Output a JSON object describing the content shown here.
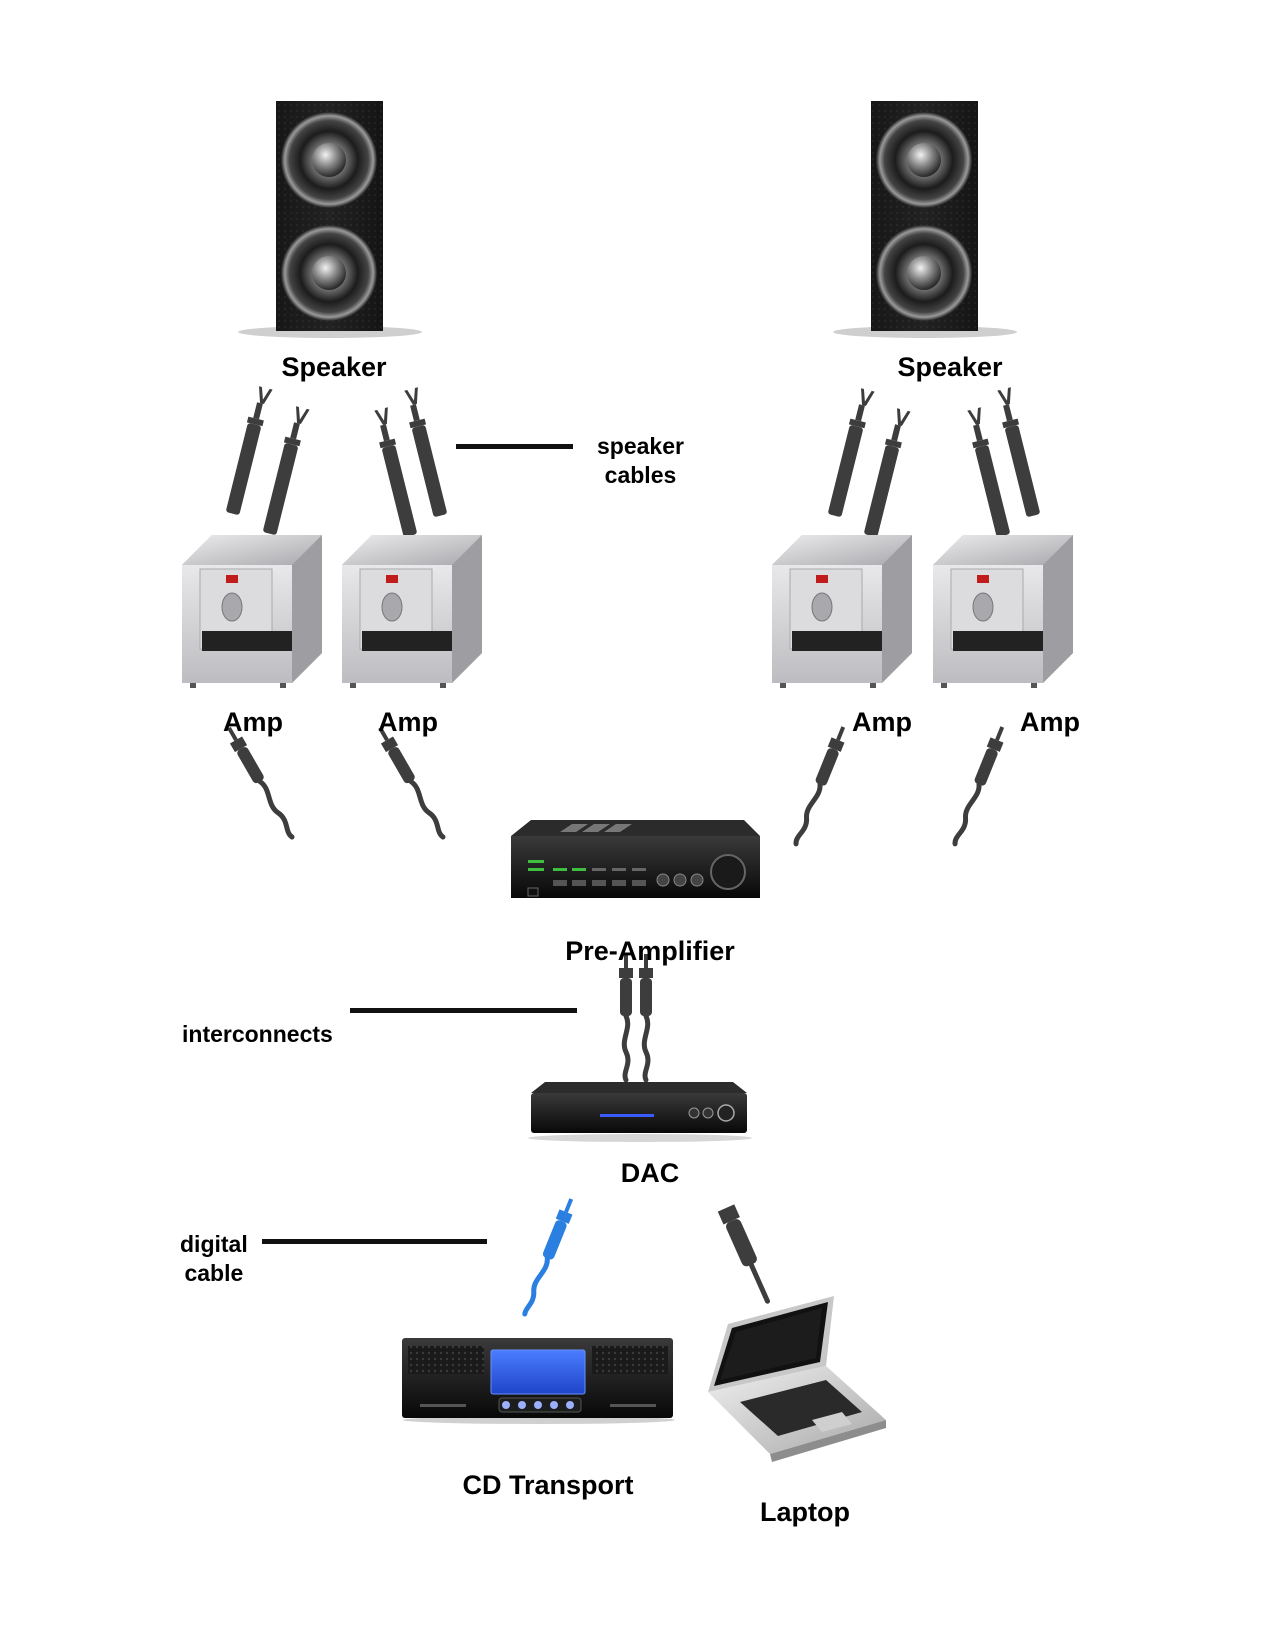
{
  "labels": {
    "speaker_left": "Speaker",
    "speaker_right": "Speaker",
    "amp_1": "Amp",
    "amp_2": "Amp",
    "amp_3": "Amp",
    "amp_4": "Amp",
    "pre_amplifier": "Pre-Amplifier",
    "dac": "DAC",
    "cd_transport": "CD Transport",
    "laptop": "Laptop"
  },
  "annotations": {
    "speaker_cables_line1": "speaker",
    "speaker_cables_line2": "cables",
    "interconnects": "interconnects",
    "digital_cable_line1": "digital",
    "digital_cable_line2": "cable"
  },
  "colors": {
    "cable_gray": "#3d3d3d",
    "digital_cable_blue": "#2a7fe0",
    "amp_silver": "#c9c9cc",
    "cd_display_blue": "#2a5fe8",
    "dac_led_blue": "#3a5cff"
  }
}
